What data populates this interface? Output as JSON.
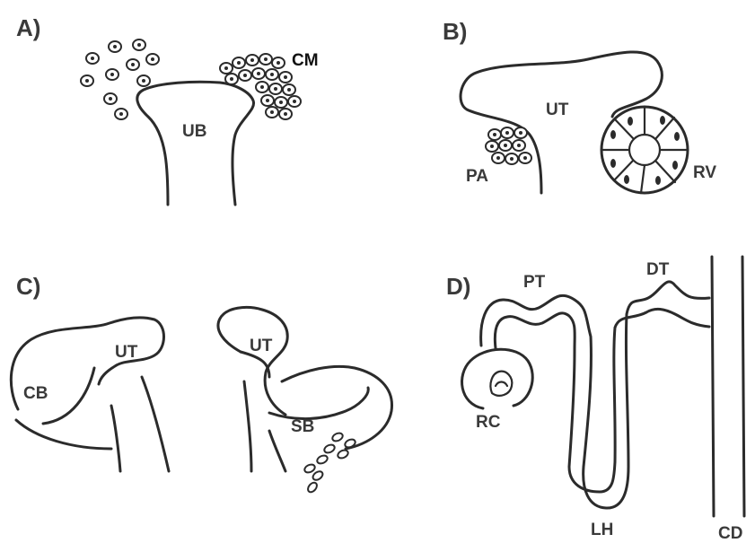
{
  "panels": {
    "a": {
      "letter": "A)",
      "labels": {
        "ub": "UB",
        "cm": "CM"
      }
    },
    "b": {
      "letter": "B)",
      "labels": {
        "ut": "UT",
        "pa": "PA",
        "rv": "RV"
      }
    },
    "c": {
      "letter": "C)",
      "labels": {
        "ut_left": "UT",
        "ut_right": "UT",
        "cb": "CB",
        "sb": "SB"
      }
    },
    "d": {
      "letter": "D)",
      "labels": {
        "pt": "PT",
        "dt": "DT",
        "rc": "RC",
        "lh": "LH",
        "cd": "CD"
      }
    }
  },
  "colors": {
    "ink": "#2b2b2b",
    "label": "#3a3a3a",
    "background": "#ffffff"
  }
}
